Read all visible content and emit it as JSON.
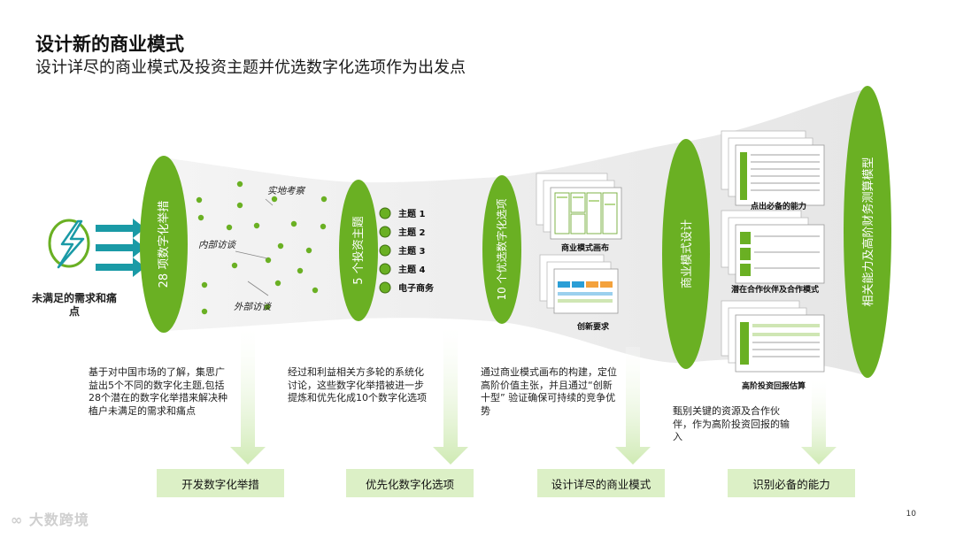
{
  "header": {
    "title": "设计新的商业模式",
    "subtitle": "设计详尽的商业模式及投资主题并优选数字化选项作为出发点"
  },
  "left": {
    "label": "未满足的需求和痛点"
  },
  "stages": [
    {
      "ellipse_text": "28 项数字化举措",
      "description": "基于对中国市场的了解，集思广益出5个不同的数字化主题,包括28个潜在的数字化举措来解决种植户未满足的需求和痛点",
      "output": "开发数字化举措"
    },
    {
      "ellipse_text": "5 个投资主题",
      "description": "经过和利益相关方多轮的系统化讨论，这些数字化举措被进一步提炼和优先化成10个数字化选项",
      "output": "优先化数字化选项"
    },
    {
      "ellipse_text": "10 个优选数字化选项",
      "description": "通过商业模式画布的构建，定位高阶价值主张，并且通过“创新十型” 验证确保可持续的竞争优势",
      "output": "设计详尽的商业模式"
    },
    {
      "ellipse_text": "商业模式设计",
      "description": "甄别关键的资源及合作伙伴，作为高阶投资回报的输入",
      "output": "识别必备的能力"
    },
    {
      "ellipse_text": "相关能力及高阶财务测算模型"
    }
  ],
  "interviews": {
    "site": "实地考察",
    "internal": "内部访谈",
    "external": "外部访谈"
  },
  "themes": [
    "主题 1",
    "主题 2",
    "主题 3",
    "主题 4",
    "电子商务"
  ],
  "thumb_captions": {
    "canvas": "商业模式画布",
    "innovation": "创新要求",
    "capabilities": "点出必备的能力",
    "partners": "潜在合作伙伴及合作模式",
    "roi": "高阶投资回报估算"
  },
  "colors": {
    "green": "#6ab023",
    "funnel": "#ececec",
    "arrow_bg": "#d6eec0",
    "teal": "#1a9aa6"
  },
  "footer": {
    "page": "10",
    "watermark": "大数跨境"
  }
}
